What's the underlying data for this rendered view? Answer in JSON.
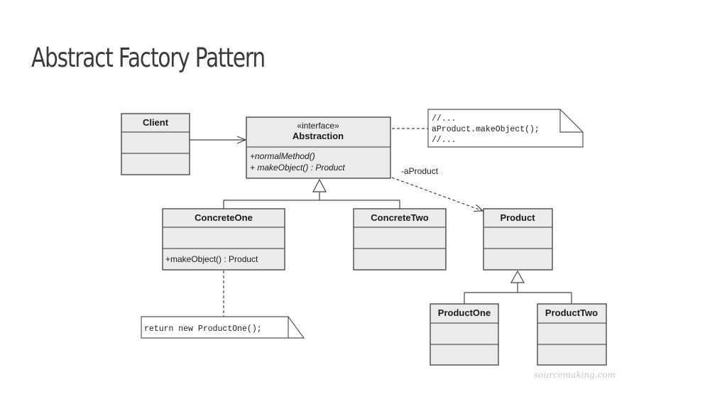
{
  "slide": {
    "title": "Abstract Factory Pattern"
  },
  "diagram": {
    "classes": {
      "client": {
        "name": "Client"
      },
      "abstraction": {
        "stereotype": "«interface»",
        "name": "Abstraction",
        "operations": [
          "+normalMethod()",
          "+ makeObject() : Product"
        ]
      },
      "concrete_one": {
        "name": "ConcreteOne",
        "operations": [
          "+makeObject() : Product"
        ]
      },
      "concrete_two": {
        "name": "ConcreteTwo"
      },
      "product": {
        "name": "Product"
      },
      "product_one": {
        "name": "ProductOne"
      },
      "product_two": {
        "name": "ProductTwo"
      }
    },
    "notes": {
      "abstraction_note": [
        "//...",
        "aProduct.makeObject();",
        "//..."
      ],
      "concrete_one_note": [
        "return new ProductOne();"
      ]
    },
    "association_role": "-aProduct",
    "watermark": "sourcemaking.com"
  }
}
